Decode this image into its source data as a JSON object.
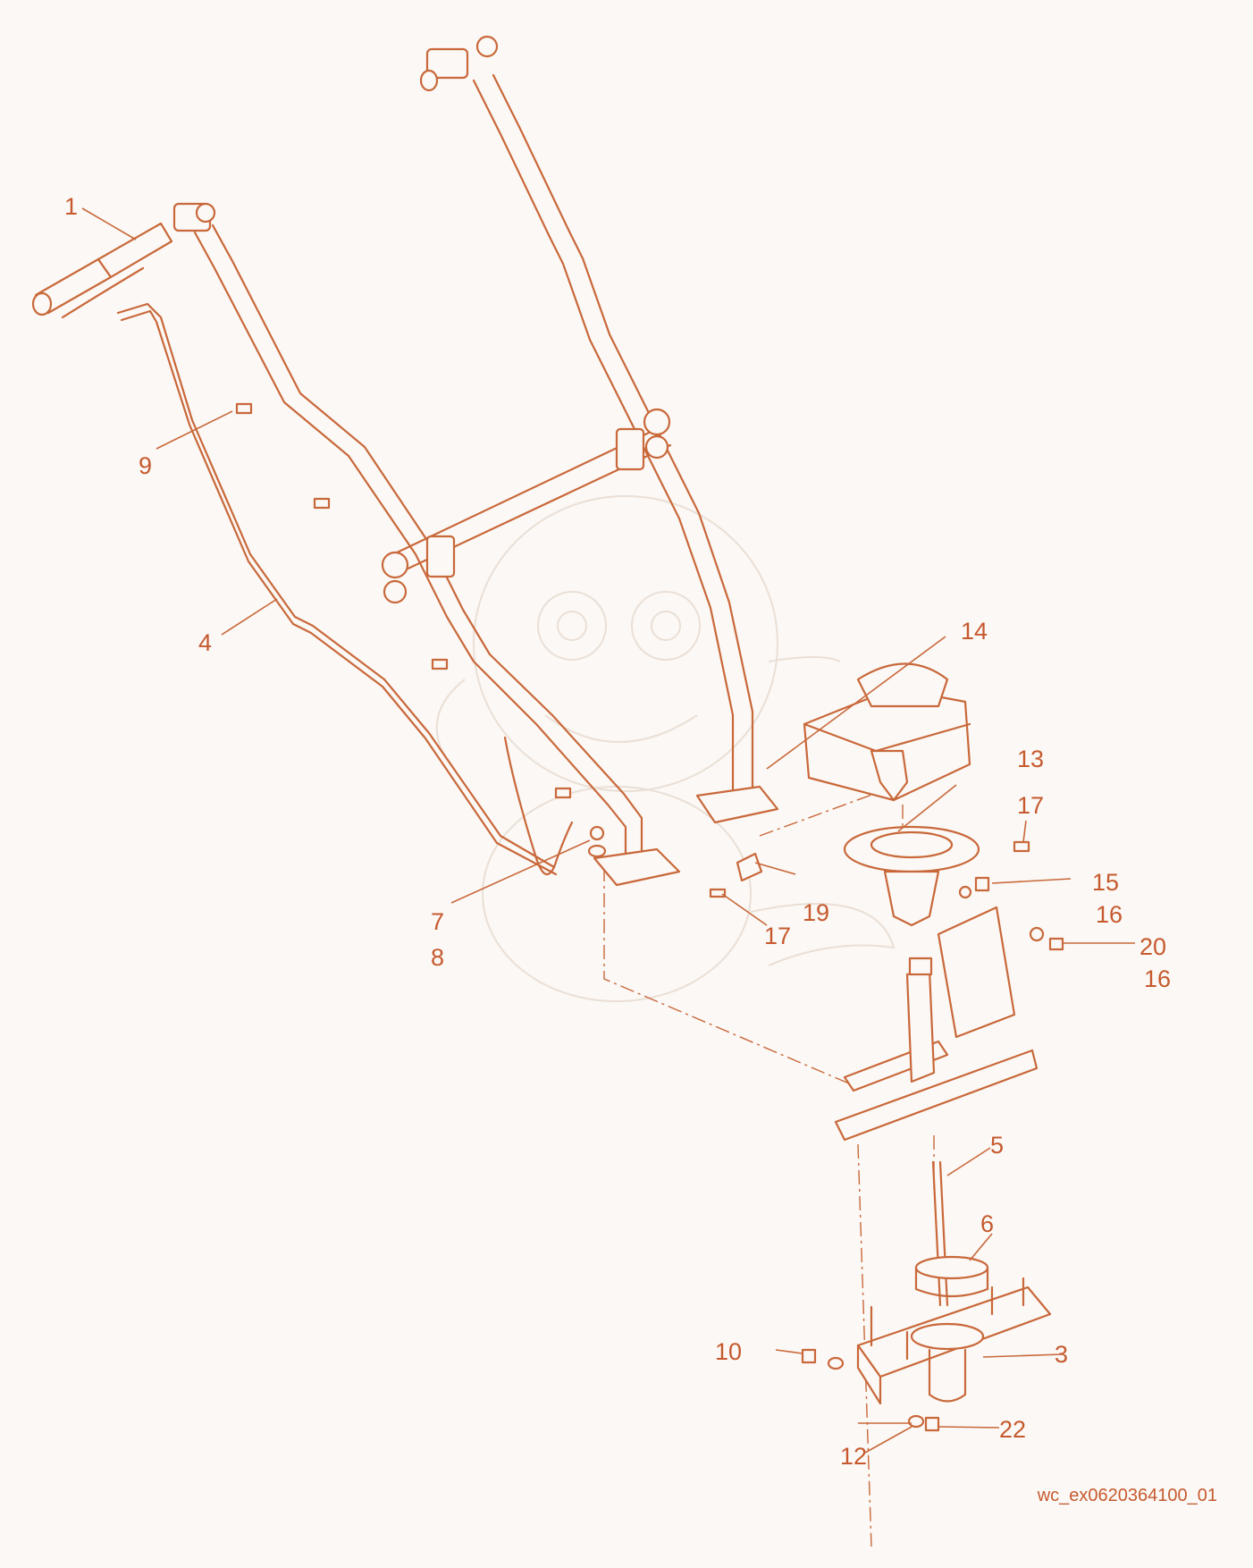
{
  "callouts": {
    "c1": "1",
    "c3": "3",
    "c4": "4",
    "c5": "5",
    "c6": "6",
    "c7": "7",
    "c8": "8",
    "c9": "9",
    "c10": "10",
    "c12": "12",
    "c13": "13",
    "c14": "14",
    "c15": "15",
    "c16a": "16",
    "c16b": "16",
    "c17a": "17",
    "c17b": "17",
    "c19": "19",
    "c20": "20",
    "c22": "22"
  },
  "reference_code": "wc_ex0620364100_01",
  "colors": {
    "line": "#c9683a",
    "text": "#c65a2e",
    "background": "#fbf8f5",
    "watermark": "#eadfd6"
  }
}
